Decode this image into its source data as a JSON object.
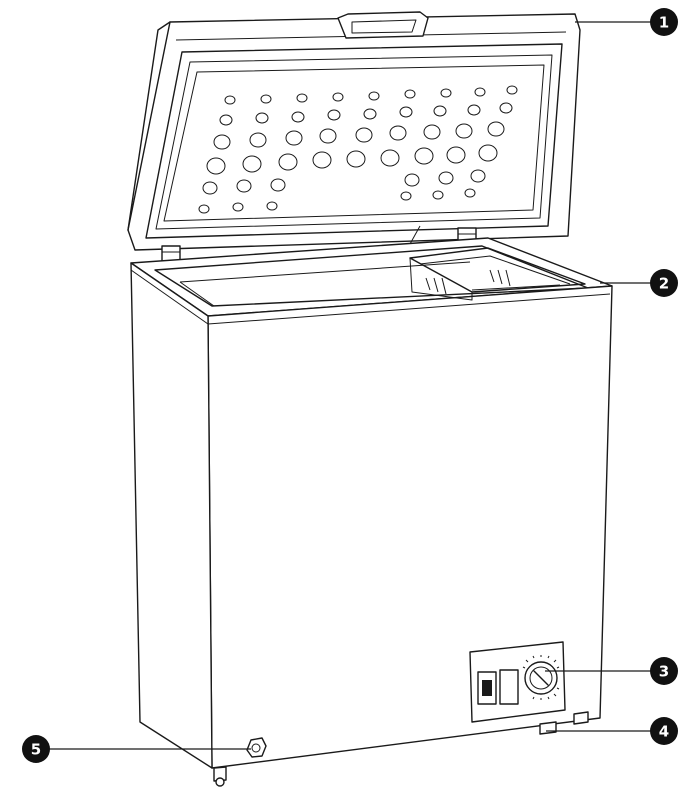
{
  "callouts": [
    {
      "number": "1",
      "part": "lid-handle"
    },
    {
      "number": "2",
      "part": "basket"
    },
    {
      "number": "3",
      "part": "thermostat-control-panel"
    },
    {
      "number": "4",
      "part": "rear-foot"
    },
    {
      "number": "5",
      "part": "drain-plug"
    }
  ],
  "colors": {
    "line": "#1a1a1a",
    "callout_fill": "#111111",
    "callout_text": "#ffffff",
    "background": "#ffffff"
  }
}
